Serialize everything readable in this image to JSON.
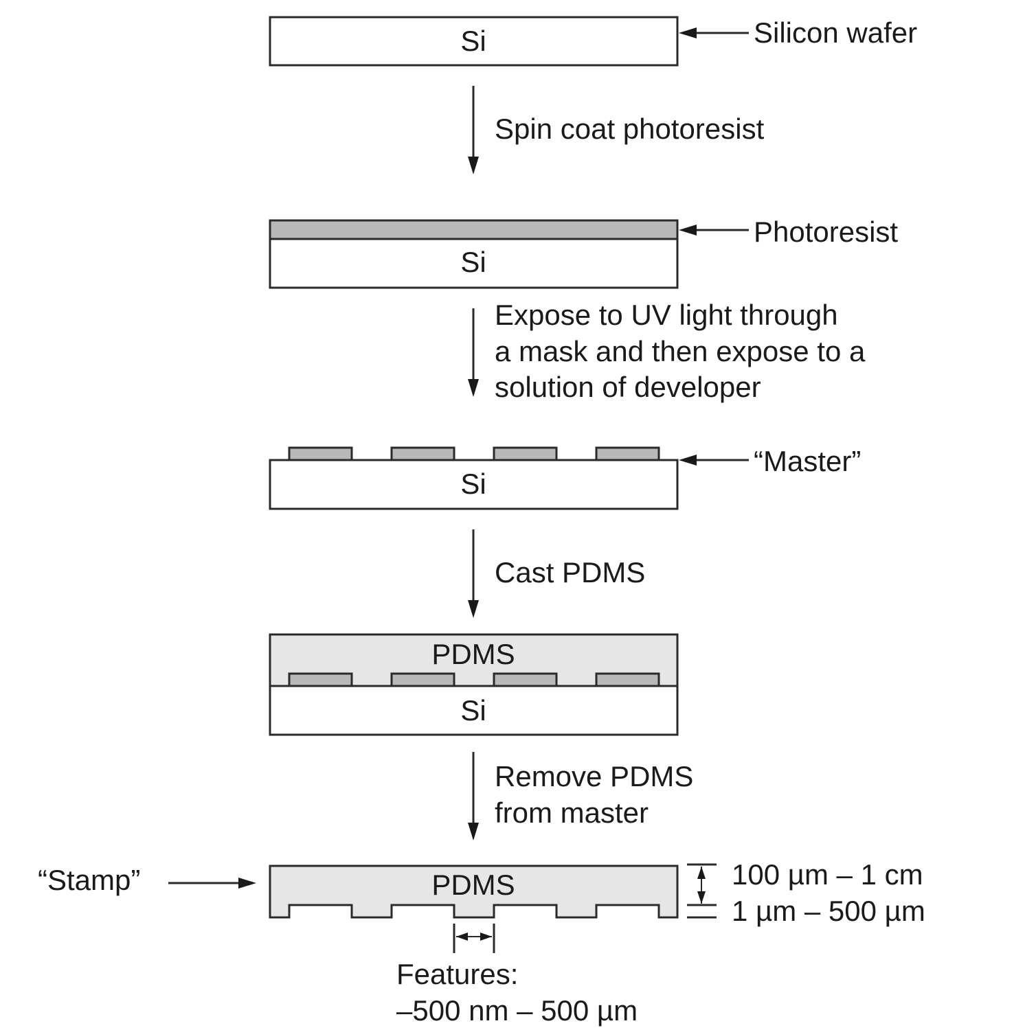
{
  "diagram": {
    "title": "Soft lithography process: fabrication of a PDMS stamp",
    "colors": {
      "silicon": "#ffffff",
      "photoresist": "#b8b8b8",
      "pdms": "#e6e6e6",
      "stroke": "#2a2a2a"
    },
    "stages": [
      {
        "id": "wafer",
        "layer_labels": [
          "Si"
        ],
        "callout": "Silicon wafer"
      },
      {
        "id": "coated",
        "layer_labels": [
          "Si"
        ],
        "callout": "Photoresist"
      },
      {
        "id": "master",
        "layer_labels": [
          "Si"
        ],
        "callout": "“Master”",
        "feature_count": 4
      },
      {
        "id": "cast",
        "layer_labels": [
          "PDMS",
          "Si"
        ],
        "feature_count": 4
      },
      {
        "id": "stamp",
        "layer_labels": [
          "PDMS"
        ],
        "callout": "“Stamp”",
        "feature_count": 4,
        "dimensions": {
          "thickness": "100 µm – 1 cm",
          "relief_depth": "1 µm – 500 µm",
          "features_label": "Features:",
          "features_range": "–500 nm – 500 µm"
        }
      }
    ],
    "steps": [
      {
        "lines": [
          "Spin coat photoresist"
        ]
      },
      {
        "lines": [
          "Expose to UV light through",
          "a mask and then expose to a",
          "solution of developer"
        ]
      },
      {
        "lines": [
          "Cast PDMS"
        ]
      },
      {
        "lines": [
          "Remove PDMS",
          "from master"
        ]
      }
    ],
    "icons": {
      "step_arrow": "down-arrow",
      "callout_arrow": "left-arrow",
      "stamp_arrow": "right-arrow",
      "dimension_marker": "double-headed-arrow"
    }
  }
}
